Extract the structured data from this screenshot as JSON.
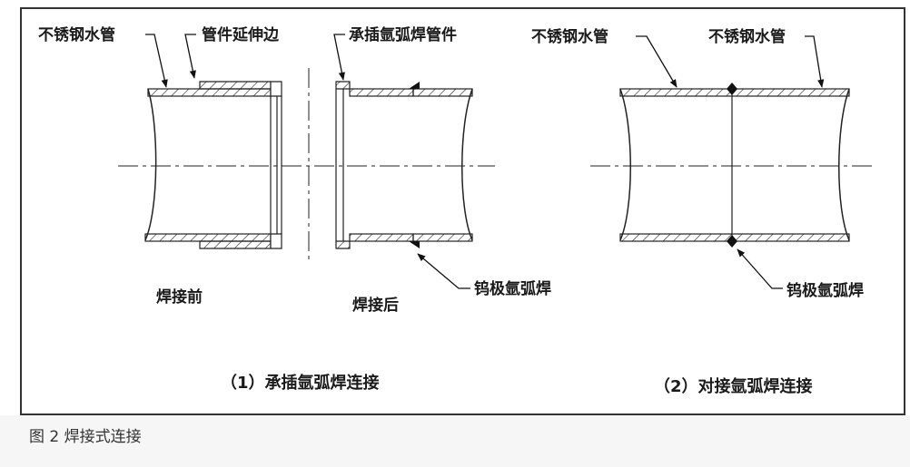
{
  "left_diagram": {
    "labels": {
      "pipe_left": "不锈钢水管",
      "fitting_extension": "管件延伸边",
      "socket_fitting": "承插氩弧焊管件",
      "weld_left": "钨极氩弧焊",
      "before": "焊接前",
      "after": "焊接后"
    },
    "caption": "（1）承插氩弧焊连接"
  },
  "right_diagram": {
    "labels": {
      "pipe_a": "不锈钢水管",
      "pipe_b": "不锈钢水管",
      "weld": "钨极氩弧焊"
    },
    "caption": "（2）对接氩弧焊连接"
  },
  "figure_caption": "图 2  焊接式连接"
}
